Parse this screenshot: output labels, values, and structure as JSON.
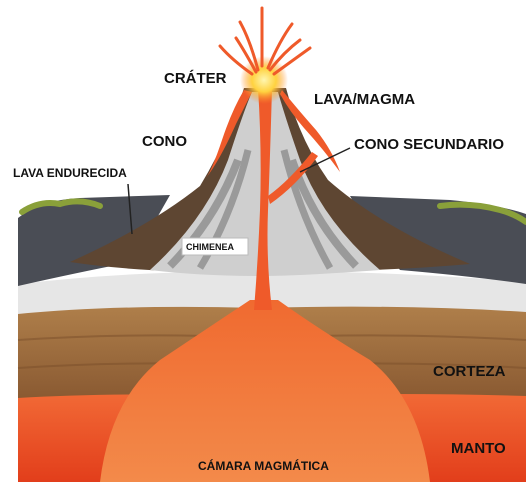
{
  "diagram": {
    "labels": {
      "crater": "CRÁTER",
      "lava_magma": "LAVA/MAGMA",
      "cono": "CONO",
      "cono_secundario": "CONO SECUNDARIO",
      "lava_endurecida": "LAVA ENDURECIDA",
      "chimenea": "CHIMENEA",
      "corteza": "CORTEZA",
      "manto": "MANTO",
      "camara_magmatica": "CÁMARA MAGMÁTICA"
    },
    "colors": {
      "magma": "#ef5a2a",
      "mantle": "#e8431f",
      "crust": "#9b6a3a",
      "cone_dark": "#5e4632",
      "cone_light": "#cfcfcf",
      "lava_hardened": "#4a4d55",
      "grass": "#8aa03a",
      "eruption": "#ffd23f"
    }
  }
}
